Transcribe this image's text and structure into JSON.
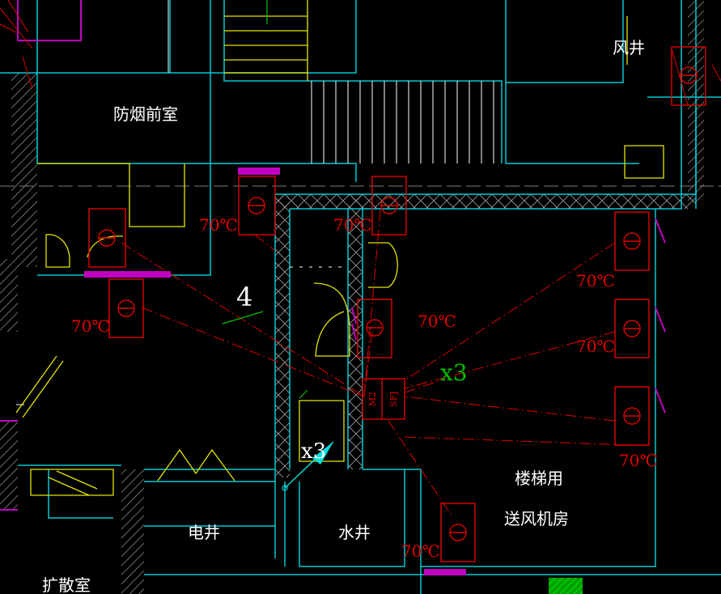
{
  "colors": {
    "background": "#000000",
    "wall": "#00c8d2",
    "partition": "#ffffff",
    "equipment": "#e00000",
    "door": "#e6e600",
    "hatch": "#c000c0",
    "annotation": "#00c000",
    "highlight": "#00e0e0"
  },
  "rooms": {
    "smoke_lobby": "防烟前室",
    "air_shaft": "风井",
    "stair_fan_room_line1": "楼梯用",
    "stair_fan_room_line2": "送风机房",
    "electrical_shaft": "电井",
    "water_shaft": "水井",
    "diffusion_room": "扩散室"
  },
  "labels": {
    "number_4": "4",
    "x3_upper": "x3",
    "x3_lower": "x3"
  },
  "damper_tag": "70℃",
  "fan_tag_1": "M2",
  "fan_tag_2": "SFJ",
  "icons": [
    "fire-damper-icon",
    "door-swing-icon",
    "cursor-arrow-icon"
  ]
}
